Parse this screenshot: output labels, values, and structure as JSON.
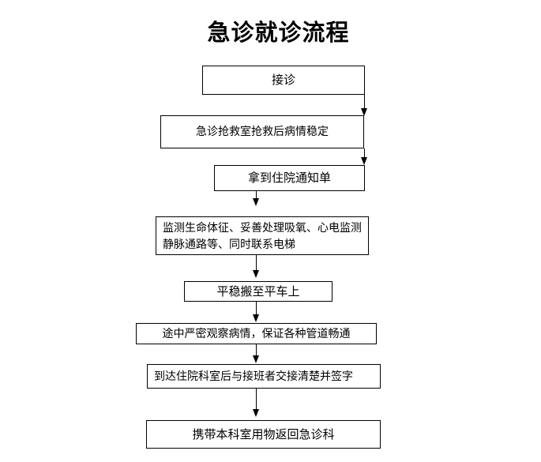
{
  "title": "急诊就诊流程",
  "diagram": {
    "type": "flowchart",
    "background_color": "#ffffff",
    "line_color": "#000000",
    "text_color": "#000000",
    "steps": [
      {
        "label": "接诊"
      },
      {
        "label": "急诊抢救室抢救后病情稳定"
      },
      {
        "label": "拿到住院通知单"
      },
      {
        "label": "监测生命体征、妥善处理吸氧、心电监测静脉通路等、同时联系电梯",
        "lines": [
          "监测生命体征、妥善处理吸氧、心电监测",
          "静脉通路等、同时联系电梯"
        ]
      },
      {
        "label": "平稳搬至平车上"
      },
      {
        "label": "途中严密观察病情，保证各种管道畅通"
      },
      {
        "label": "到达住院科室后与接班者交接清楚并签字"
      },
      {
        "label": "携带本科室用物返回急诊科"
      }
    ],
    "connections": [
      {
        "from": 1,
        "to": 2,
        "side": "right"
      },
      {
        "from": 2,
        "to": 3,
        "side": "right"
      },
      {
        "from": 3,
        "to": 4,
        "side": "center"
      },
      {
        "from": 4,
        "to": 5,
        "side": "center"
      },
      {
        "from": 5,
        "to": 6,
        "side": "center"
      },
      {
        "from": 6,
        "to": 7,
        "side": "center"
      },
      {
        "from": 7,
        "to": 8,
        "side": "center"
      }
    ]
  }
}
